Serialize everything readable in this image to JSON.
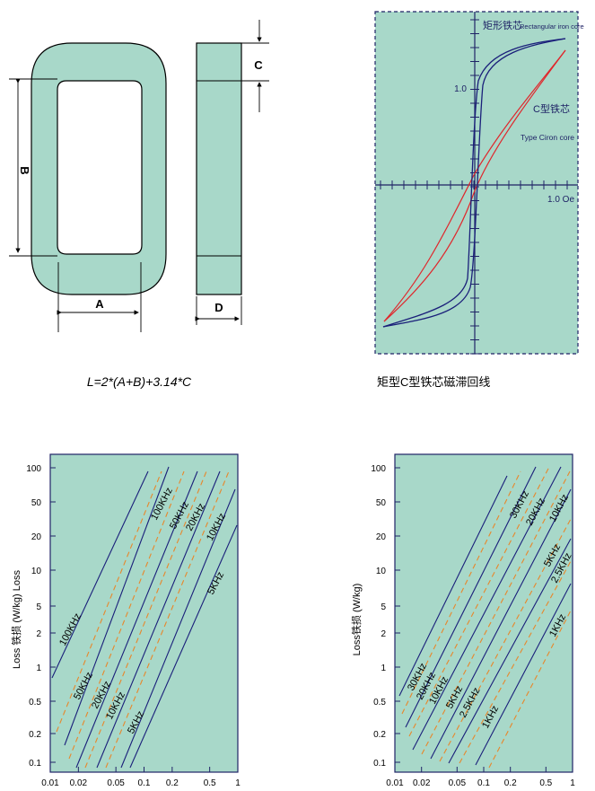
{
  "colors": {
    "fill": "#a8d8c9",
    "ink": "#1f2366",
    "red": "#e0262b",
    "orange": "#e8872b",
    "blue": "#1a1f7a"
  },
  "core_dims": {
    "a": "A",
    "b": "B",
    "c": "C",
    "d": "D",
    "formula": "L=2*(A+B)+3.14*C"
  },
  "hysteresis": {
    "rect_label_cn": "矩形铁芯",
    "rect_label_en": "Rectangular iron core",
    "c_label_cn": "C型铁芯",
    "c_label_en": "Type Ciron core",
    "y_tick": "1.0",
    "x_tick": "1.0 Oe",
    "caption": "矩型C型铁芯磁滞回线"
  },
  "loss_chart_1": {
    "ylabel": "Loss 铁损 (W/kg) Loss",
    "yticks": [
      "100",
      "50",
      "20",
      "10",
      "5",
      "2",
      "1",
      "0.5",
      "0.2",
      "0.1"
    ],
    "xticks": [
      "0.01",
      "0.02",
      "0.05",
      "0.1",
      "0.2",
      "0.5",
      "1"
    ],
    "upper_labels": [
      "100KHz",
      "50KHz",
      "20KHz",
      "10KHz",
      "5KHz"
    ],
    "lower_labels": [
      "100KHz",
      "50KHz",
      "20KHz",
      "10KHz",
      "5KHz"
    ]
  },
  "loss_chart_2": {
    "ylabel": "Loss铁损 (W/kg)",
    "yticks": [
      "100",
      "50",
      "20",
      "10",
      "5",
      "2",
      "1",
      "0.5",
      "0.2",
      "0.1"
    ],
    "xticks": [
      "0.01",
      "0.02",
      "0.05",
      "0.1",
      "0.2",
      "0.5",
      "1"
    ],
    "upper_labels": [
      "30KHz",
      "20KHz",
      "10KHz",
      "5KHz",
      "2.5KHz",
      "1KHz"
    ],
    "lower_labels": [
      "30KHz",
      "20KHz",
      "10KHz",
      "5KHz",
      "2.5KHz",
      "1KHz"
    ]
  }
}
